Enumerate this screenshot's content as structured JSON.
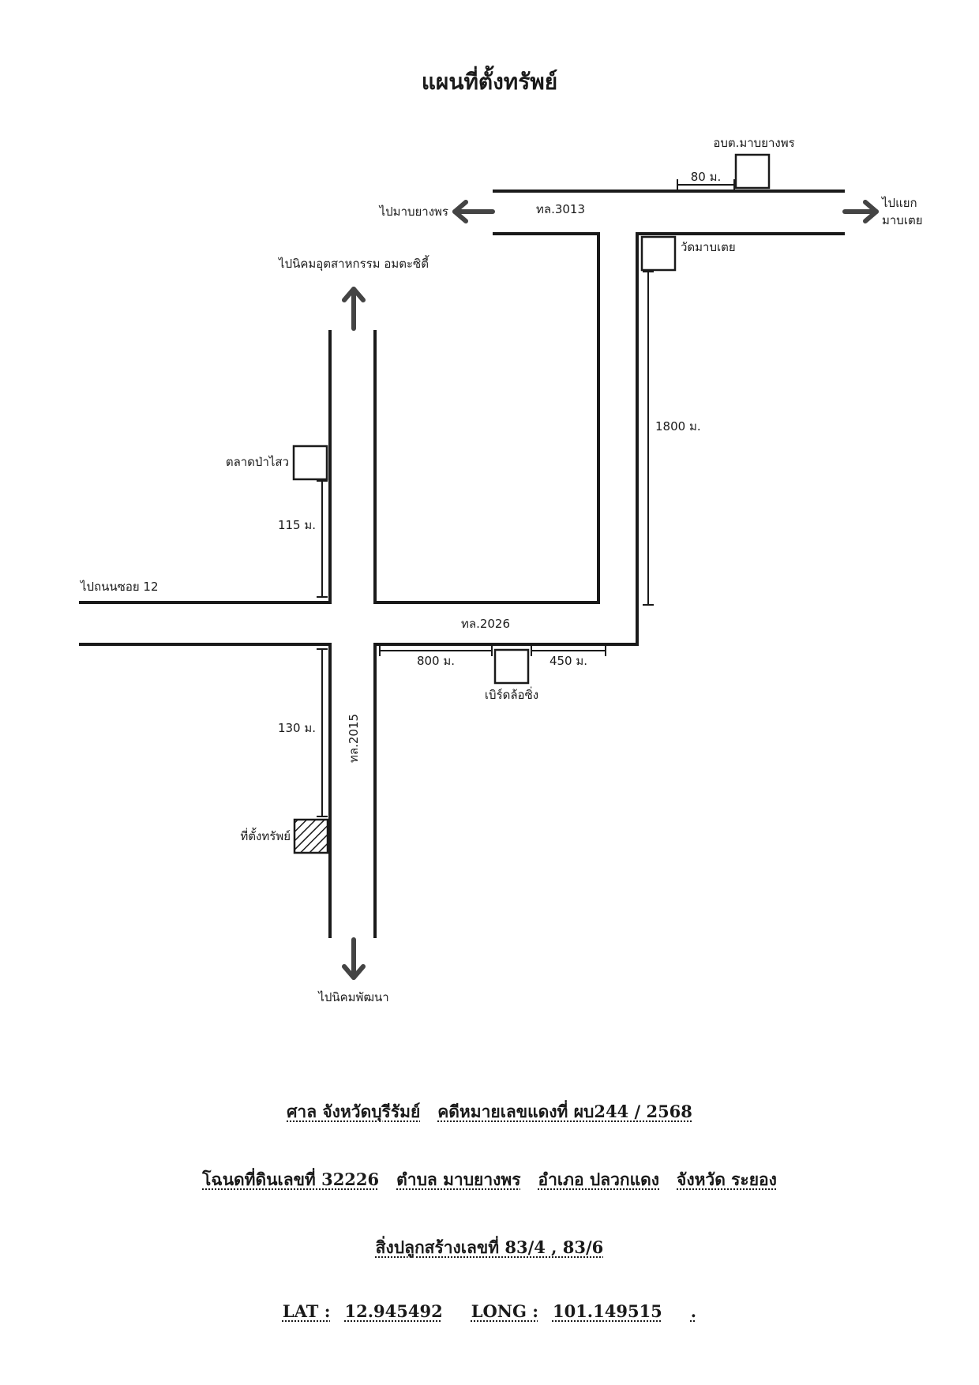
{
  "title": "แผนที่ตั้งทรัพย์",
  "map": {
    "roads": {
      "hwy_3013": "ทล.3013",
      "hwy_2026": "ทล.2026",
      "hwy_2015": "ทล.2015"
    },
    "directions": {
      "to_mabyangporn": "ไปมาบยางพร",
      "to_mabtoei_junction_line1": "ไปแยก",
      "to_mabtoei_junction_line2": "มาบเตย",
      "to_amata_city": "ไปนิคมอุตสาหกรรม อมตะซิตี้",
      "to_soi12": "ไปถนนซอย 12",
      "to_pattana_estate": "ไปนิคมพัฒนา"
    },
    "landmarks": {
      "sao_office": "อบต.มาบยางพร",
      "wat_mabtoei": "วัดมาบเตย",
      "pasao_market": "ตลาดป่าไสว",
      "bird_racing": "เบิร์ดล้อซิ่ง",
      "property_site": "ที่ตั้งทรัพย์"
    },
    "distances": {
      "sao_office": "80 ม.",
      "wat_mabtoei": "1800 ม.",
      "market": "115 ม.",
      "bird_west": "800 ม.",
      "bird_east": "450 ม.",
      "property": "130 ม."
    },
    "colors": {
      "line": "#1a1a1a",
      "arrow": "#444444"
    }
  },
  "footer": {
    "line1": [
      "ศาล จังหวัดบุรีรัมย์",
      "คดีหมายเลขแดงที่ ผบ244 / 2568"
    ],
    "line2": [
      "โฉนดที่ดินเลขที่ 32226",
      "ตำบล มาบยางพร",
      "อำเภอ ปลวกแดง",
      "จังหวัด ระยอง"
    ],
    "line3": "สิ่งปลูกสร้างเลขที่ 83/4 , 83/6",
    "lat_label": "LAT :",
    "lat_value": "12.945492",
    "long_label": "LONG :",
    "long_value": "101.149515",
    "end_mark": "."
  }
}
